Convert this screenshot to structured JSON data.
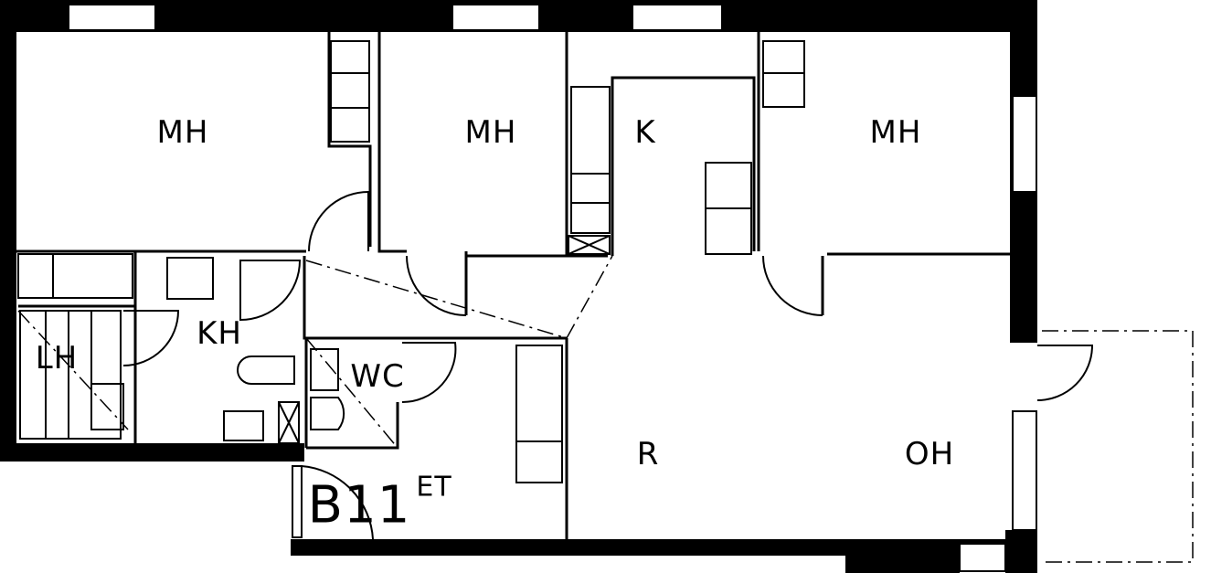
{
  "plan": {
    "unit_label": "B11",
    "rooms": [
      {
        "id": "mh1",
        "label": "MH"
      },
      {
        "id": "mh2",
        "label": "MH"
      },
      {
        "id": "k",
        "label": "K"
      },
      {
        "id": "mh3",
        "label": "MH"
      },
      {
        "id": "lh",
        "label": "LH"
      },
      {
        "id": "kh",
        "label": "KH"
      },
      {
        "id": "wc",
        "label": "WC"
      },
      {
        "id": "r",
        "label": "R"
      },
      {
        "id": "oh",
        "label": "OH"
      },
      {
        "id": "et",
        "label": "ET"
      }
    ],
    "colors": {
      "wall": "#000000",
      "background": "#ffffff"
    }
  }
}
